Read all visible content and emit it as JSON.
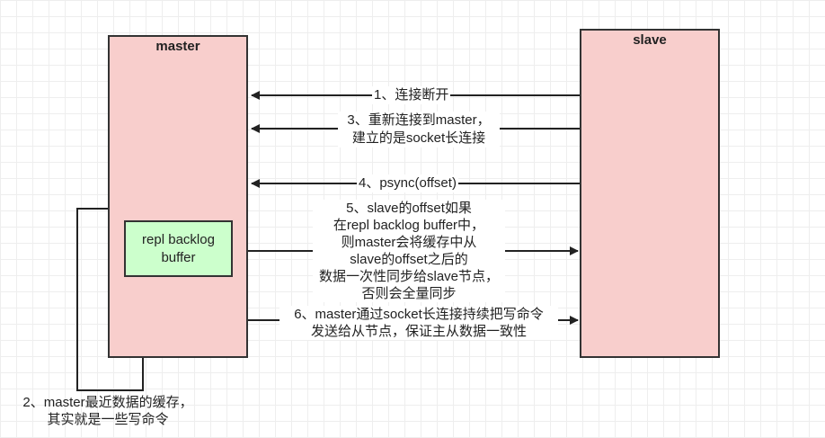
{
  "nodes": {
    "master": {
      "title": "master"
    },
    "slave": {
      "title": "slave"
    },
    "backlog": {
      "text": "repl backlog\nbuffer"
    }
  },
  "edges": {
    "step1": "1、连接断开",
    "step3": "3、重新连接到master，\n建立的是socket长连接",
    "step4": "4、psync(offset)",
    "step5": "5、slave的offset如果\n在repl backlog buffer中，\n则master会将缓存中从\nslave的offset之后的\n数据一次性同步给slave节点，\n否则会全量同步",
    "step6": "6、master通过socket长连接持续把写命令\n发送给从节点，保证主从数据一致性",
    "step2": "2、master最近数据的缓存，\n其实就是一些写命令"
  },
  "colors": {
    "node_fill": "#f8cecc",
    "buffer_fill": "#ccffcc",
    "stroke": "#333333"
  }
}
